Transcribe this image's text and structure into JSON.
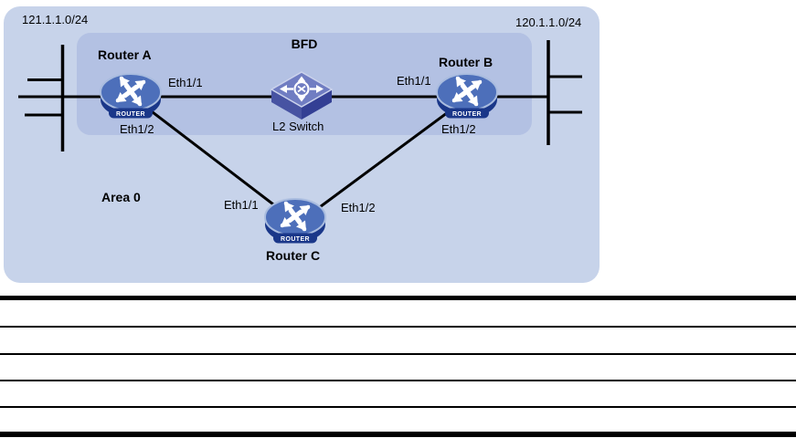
{
  "diagram": {
    "subnets": {
      "left": "121.1.1.0/24",
      "right": "120.1.1.0/24"
    },
    "zone_labels": {
      "bfd": "BFD",
      "area": "Area 0"
    },
    "devices": {
      "router_a": "Router A",
      "router_b": "Router B",
      "router_c": "Router C",
      "l2_switch": "L2 Switch"
    },
    "router_badge": "ROUTER",
    "interfaces": {
      "router_a_to_switch": "Eth1/1",
      "router_a_to_router_c": "Eth1/2",
      "router_b_to_switch": "Eth1/1",
      "router_b_to_router_c": "Eth1/2",
      "router_c_to_router_a": "Eth1/1",
      "router_c_to_router_b": "Eth1/2"
    },
    "colors": {
      "outer_zone_fill": "#c7d3ea",
      "bfd_zone_fill": "#b3c1e3",
      "router_top": "#4d6fba",
      "router_base": "#1a3789",
      "router_rim": "#a9bcdf",
      "switch_top": "#707dc2",
      "switch_left_face": "#4753a2",
      "switch_right_face": "#333f94",
      "line": "#000000"
    }
  },
  "table": {
    "row_count": 5
  }
}
